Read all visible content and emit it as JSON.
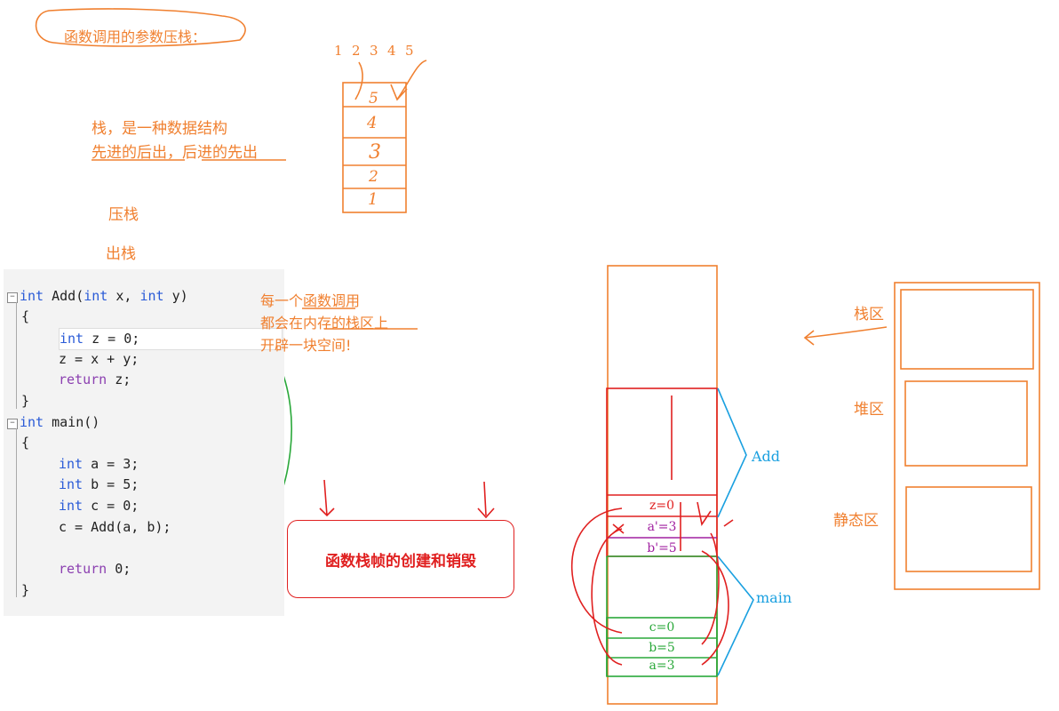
{
  "title_note": "函数调用的参数压栈：",
  "stack_numbers": [
    "1",
    "2",
    "3",
    "4",
    "5"
  ],
  "stack_cells": [
    "5",
    "4",
    "3",
    "2",
    "1"
  ],
  "stack_definition": {
    "line1": "栈，是一种数据结构",
    "line2": "先进的后出，后进的先出"
  },
  "push_label": "压栈",
  "pop_label": "出栈",
  "code": {
    "line1_kw": "int",
    "line1_rest": " Add(",
    "line1_kw2": "int",
    "line1_rest2": " x, ",
    "line1_kw3": "int",
    "line1_rest3": " y)",
    "open1": "{",
    "body1_kw": "int",
    "body1_rest": " z = 0;",
    "body2": "z = x + y;",
    "body3_kw": "return",
    "body3_rest": " z;",
    "close1": "}",
    "main_kw": "int",
    "main_rest": " main()",
    "open2": "{",
    "m1_kw": "int",
    "m1_rest": " a = 3;",
    "m2_kw": "int",
    "m2_rest": " b = 5;",
    "m3_kw": "int",
    "m3_rest": " c = 0;",
    "m4": "c = Add(a, b);",
    "m5_kw": "return",
    "m5_rest": " 0;",
    "close2": "}"
  },
  "call_note": {
    "line1": "每一个函数调用",
    "line2": "都会在内存的栈区上",
    "line3": "开辟一块空间!"
  },
  "topic_box": "函数栈帧的创建和销毁",
  "frame_labels": {
    "add": "Add",
    "main": "main"
  },
  "add_frame_cells": [
    "z=0",
    "a'=3",
    "b'=5"
  ],
  "main_frame_cells": [
    "c=0",
    "b=5",
    "a=3"
  ],
  "memory_regions": {
    "stack": "栈区",
    "heap": "堆区",
    "static": "静态区"
  },
  "colors": {
    "orange": "#f08030",
    "red": "#e02020",
    "green": "#2aa83a",
    "blue": "#1aa0e0",
    "purple": "#a020a0",
    "code_blue": "#2a5bd7"
  }
}
